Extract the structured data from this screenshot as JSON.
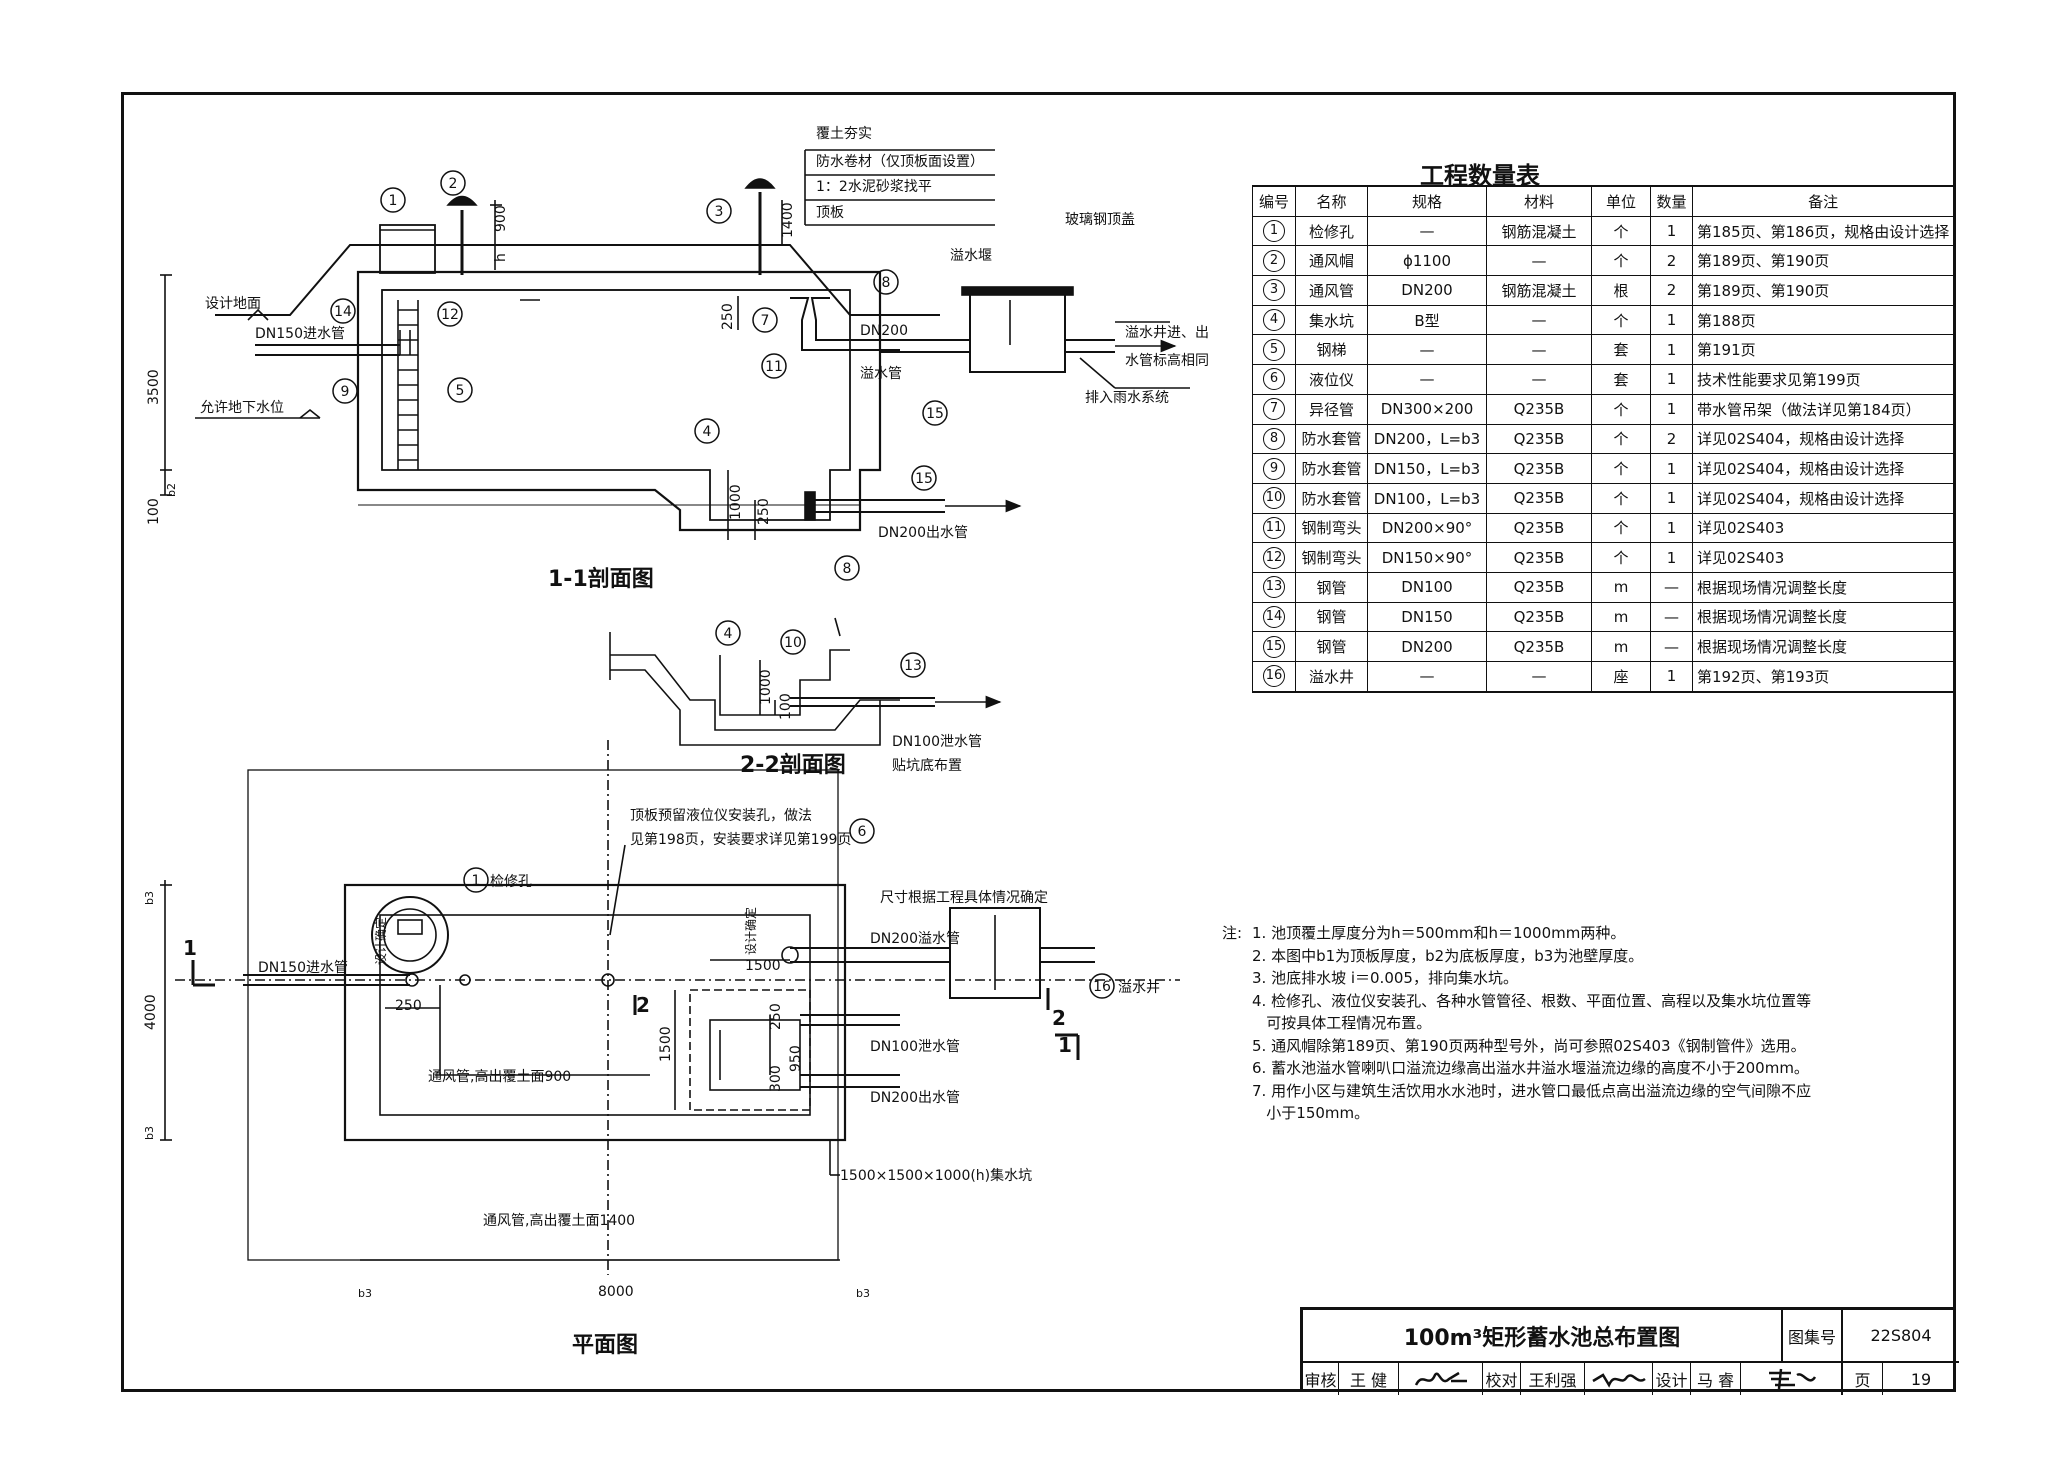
{
  "table": {
    "title": "工程数量表",
    "headers": [
      "编号",
      "名称",
      "规格",
      "材料",
      "单位",
      "数量",
      "备注"
    ],
    "rows": [
      {
        "no": "1",
        "name": "检修孔",
        "spec": "—",
        "material": "钢筋混凝土",
        "unit": "个",
        "qty": "1",
        "note": "第185页、第186页，规格由设计选择"
      },
      {
        "no": "2",
        "name": "通风帽",
        "spec": "ϕ1100",
        "material": "—",
        "unit": "个",
        "qty": "2",
        "note": "第189页、第190页"
      },
      {
        "no": "3",
        "name": "通风管",
        "spec": "DN200",
        "material": "钢筋混凝土",
        "unit": "根",
        "qty": "2",
        "note": "第189页、第190页"
      },
      {
        "no": "4",
        "name": "集水坑",
        "spec": "B型",
        "material": "—",
        "unit": "个",
        "qty": "1",
        "note": "第188页"
      },
      {
        "no": "5",
        "name": "钢梯",
        "spec": "—",
        "material": "—",
        "unit": "套",
        "qty": "1",
        "note": "第191页"
      },
      {
        "no": "6",
        "name": "液位仪",
        "spec": "—",
        "material": "—",
        "unit": "套",
        "qty": "1",
        "note": "技术性能要求见第199页"
      },
      {
        "no": "7",
        "name": "异径管",
        "spec": "DN300×200",
        "material": "Q235B",
        "unit": "个",
        "qty": "1",
        "note": "带水管吊架（做法详见第184页）"
      },
      {
        "no": "8",
        "name": "防水套管",
        "spec": "DN200，L=b3",
        "material": "Q235B",
        "unit": "个",
        "qty": "2",
        "note": "详见02S404，规格由设计选择"
      },
      {
        "no": "9",
        "name": "防水套管",
        "spec": "DN150，L=b3",
        "material": "Q235B",
        "unit": "个",
        "qty": "1",
        "note": "详见02S404，规格由设计选择"
      },
      {
        "no": "10",
        "name": "防水套管",
        "spec": "DN100，L=b3",
        "material": "Q235B",
        "unit": "个",
        "qty": "1",
        "note": "详见02S404，规格由设计选择"
      },
      {
        "no": "11",
        "name": "钢制弯头",
        "spec": "DN200×90°",
        "material": "Q235B",
        "unit": "个",
        "qty": "1",
        "note": "详见02S403"
      },
      {
        "no": "12",
        "name": "钢制弯头",
        "spec": "DN150×90°",
        "material": "Q235B",
        "unit": "个",
        "qty": "1",
        "note": "详见02S403"
      },
      {
        "no": "13",
        "name": "钢管",
        "spec": "DN100",
        "material": "Q235B",
        "unit": "m",
        "qty": "—",
        "note": "根据现场情况调整长度"
      },
      {
        "no": "14",
        "name": "钢管",
        "spec": "DN150",
        "material": "Q235B",
        "unit": "m",
        "qty": "—",
        "note": "根据现场情况调整长度"
      },
      {
        "no": "15",
        "name": "钢管",
        "spec": "DN200",
        "material": "Q235B",
        "unit": "m",
        "qty": "—",
        "note": "根据现场情况调整长度"
      },
      {
        "no": "16",
        "name": "溢水井",
        "spec": "—",
        "material": "—",
        "unit": "座",
        "qty": "1",
        "note": "第192页、第193页"
      }
    ]
  },
  "notes": {
    "label": "注:",
    "lines": [
      "1. 池顶覆土厚度分为h＝500mm和h＝1000mm两种。",
      "2. 本图中b1为顶板厚度，b2为底板厚度，b3为池壁厚度。",
      "3. 池底排水坡 i＝0.005，排向集水坑。",
      "4. 检修孔、液位仪安装孔、各种水管管径、根数、平面位置、高程以及集水坑位置等",
      "   可按具体工程情况布置。",
      "5. 通风帽除第189页、第190页两种型号外，尚可参照02S403《钢制管件》选用。",
      "6. 蓄水池溢水管喇叭口溢流边缘高出溢水井溢水堰溢流边缘的高度不小于200mm。",
      "7. 用作小区与建筑生活饮用水水池时，进水管口最低点高出溢流边缘的空气间隙不应",
      "   小于150mm。"
    ]
  },
  "section11": {
    "title": "1-1剖面图",
    "layers": [
      "覆土夯实",
      "防水卷材（仅顶板面设置）",
      "1：2水泥砂浆找平",
      "顶板"
    ],
    "labels": {
      "design_ground": "设计地面",
      "inlet": "DN150进水管",
      "groundwater": "允许地下水位",
      "fiberglass_cover": "玻璃钢顶盖",
      "weir": "溢水堰",
      "dn200": "DN200",
      "overflow_pipe": "溢水管",
      "well_note_1": "溢水井进、出",
      "well_note_2": "水管标高相同",
      "to_storm": "排入雨水系统",
      "outlet": "DN200出水管"
    },
    "dims": [
      "900",
      "h",
      "1400",
      "250",
      "3500",
      "100",
      "b2",
      "1000",
      "250"
    ]
  },
  "section22": {
    "title": "2-2剖面图",
    "labels": {
      "drain": "DN100泄水管",
      "drain_note": "贴坑底布置"
    },
    "dims": [
      "1000",
      "100"
    ]
  },
  "plan": {
    "title": "平面图",
    "labels": {
      "level_hole_1": "顶板预留液位仪安装孔，做法",
      "level_hole_2": "见第198页，安装要求详见第199页",
      "manhole": "检修孔",
      "size_note": "尺寸根据工程具体情况确定",
      "inlet": "DN150进水管",
      "design_fix_1": "设计确定",
      "design_fix_2": "设计确定",
      "overflow": "DN200溢水管",
      "well": "溢水井",
      "drain": "DN100泄水管",
      "outlet": "DN200出水管",
      "vent1": "通风管,高出覆土面900",
      "vent2": "通风管,高出覆土面1400",
      "sump": "1500×1500×1000(h)集水坑",
      "cut1": "1",
      "cut2": "2"
    },
    "dims": [
      "b3",
      "4000",
      "b3",
      "250",
      "1500",
      "1500",
      "250",
      "950",
      "300",
      "b3",
      "8000",
      "b3"
    ]
  },
  "title_block": {
    "title": "100m³矩形蓄水池总布置图",
    "atlas_label": "图集号",
    "atlas_no": "22S804",
    "page_label": "页",
    "page_no": "19",
    "review_label": "审核",
    "reviewer": "王 健",
    "check_label": "校对",
    "checker": "王利强",
    "design_label": "设计",
    "designer": "马 睿"
  }
}
